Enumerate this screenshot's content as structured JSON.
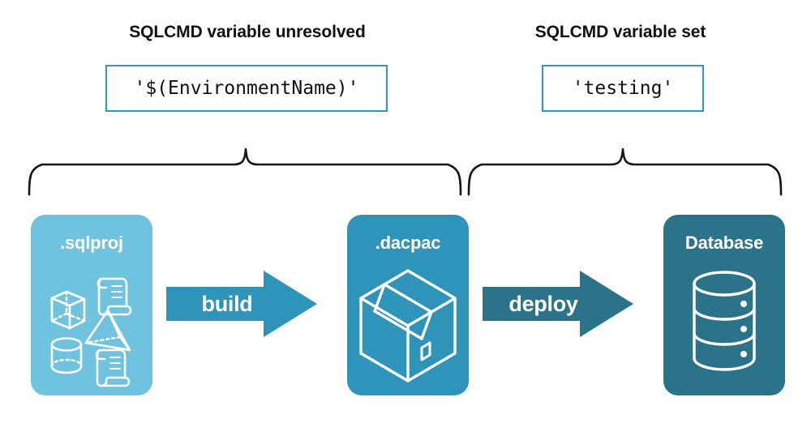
{
  "diagram": {
    "title_implicit": "SQLCMD variable resolution across build and deploy",
    "background_color": "#ffffff"
  },
  "annotations": {
    "left": {
      "heading": "SQLCMD variable unresolved",
      "value": "'$(EnvironmentName)'",
      "box_border_color": "#3197b9",
      "brace_name": "brace-left"
    },
    "right": {
      "heading": "SQLCMD variable set",
      "value": "'testing'",
      "box_border_color": "#3197b9",
      "brace_name": "brace-right"
    }
  },
  "pipeline": {
    "stages": [
      {
        "label": ".sqlproj",
        "color": "#6fc3de",
        "icons": [
          "cube-wireframe-icon",
          "pyramid-wireframe-icon",
          "cylinder-wireframe-icon",
          "script-scroll-icon",
          "script-scroll-icon"
        ]
      },
      {
        "label": ".dacpac",
        "color": "#2e94b9",
        "icons": [
          "package-box-icon"
        ]
      },
      {
        "label": "Database",
        "color": "#2b7389",
        "icons": [
          "database-cylinder-icon"
        ]
      }
    ],
    "arrows": [
      {
        "label": "build",
        "color": "#2e94b9"
      },
      {
        "label": "deploy",
        "color": "#2b7389"
      }
    ]
  }
}
